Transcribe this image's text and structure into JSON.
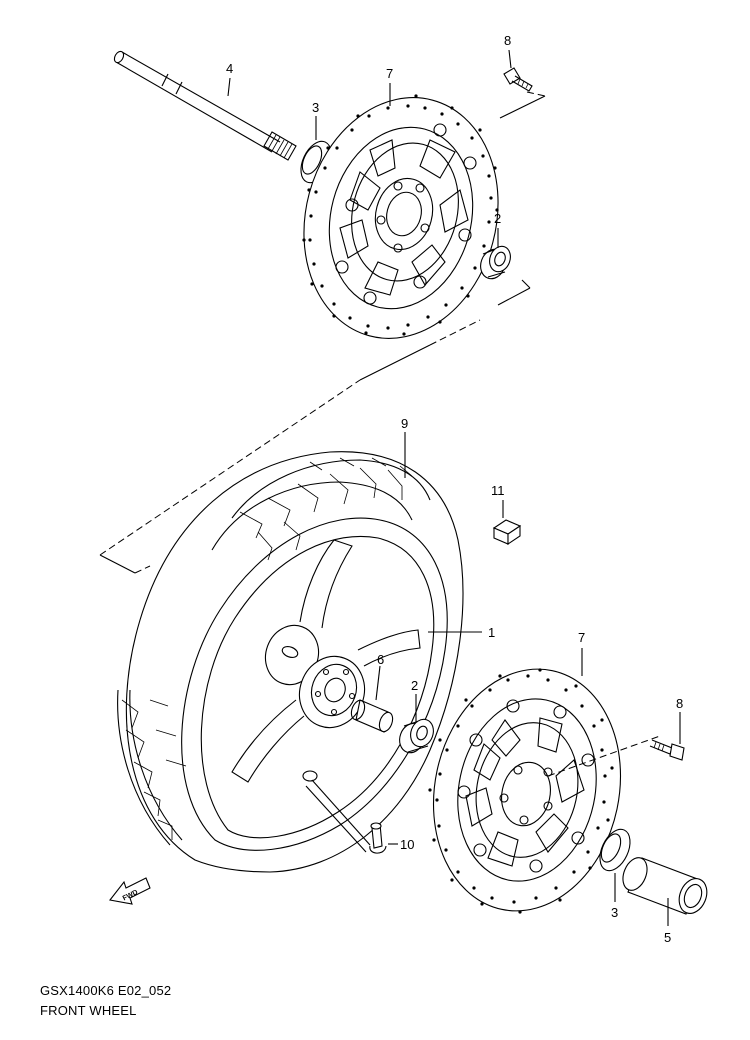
{
  "diagram": {
    "callouts": [
      "1",
      "2",
      "2",
      "3",
      "3",
      "4",
      "5",
      "6",
      "7",
      "7",
      "8",
      "8",
      "9",
      "10",
      "11"
    ],
    "fwd_label": "FWD"
  },
  "caption": {
    "code": "GSX1400K6 E02_052",
    "title": "FRONT WHEEL"
  }
}
